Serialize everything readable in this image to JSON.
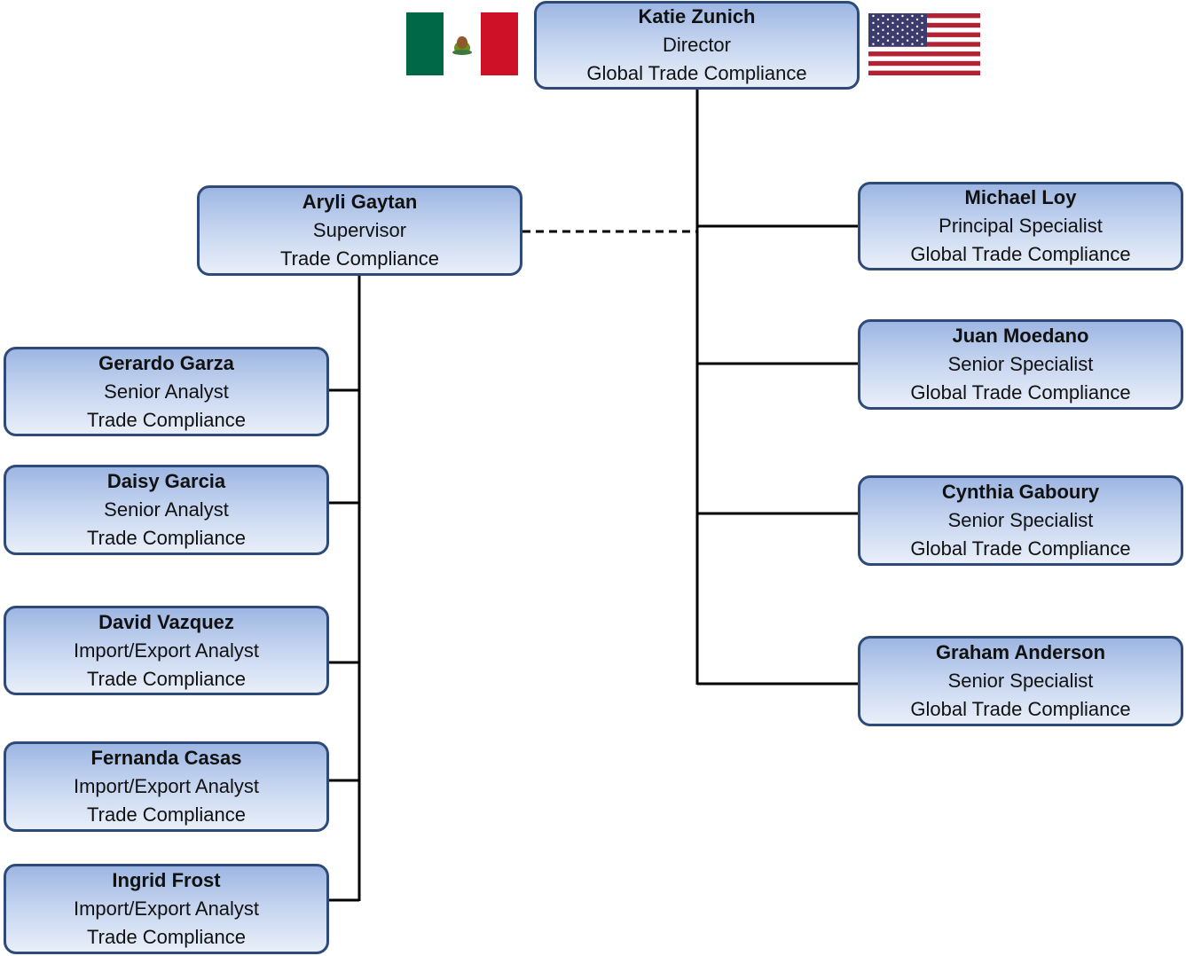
{
  "org_chart": {
    "director": {
      "name": "Katie Zunich",
      "title": "Director",
      "department": "Global Trade Compliance"
    },
    "supervisor": {
      "name": "Aryli Gaytan",
      "title": "Supervisor",
      "department": "Trade Compliance"
    },
    "left_reports": [
      {
        "name": "Gerardo Garza",
        "title": "Senior Analyst",
        "department": "Trade Compliance"
      },
      {
        "name": "Daisy Garcia",
        "title": "Senior Analyst",
        "department": "Trade Compliance"
      },
      {
        "name": "David Vazquez",
        "title": "Import/Export Analyst",
        "department": "Trade Compliance"
      },
      {
        "name": "Fernanda Casas",
        "title": "Import/Export Analyst",
        "department": "Trade Compliance"
      },
      {
        "name": "Ingrid Frost",
        "title": "Import/Export Analyst",
        "department": "Trade Compliance"
      }
    ],
    "right_reports": [
      {
        "name": "Michael Loy",
        "title": "Principal Specialist",
        "department": "Global Trade Compliance"
      },
      {
        "name": "Juan Moedano",
        "title": "Senior Specialist",
        "department": "Global Trade Compliance"
      },
      {
        "name": "Cynthia Gaboury",
        "title": "Senior Specialist",
        "department": "Global Trade Compliance"
      },
      {
        "name": "Graham Anderson",
        "title": "Senior Specialist",
        "department": "Global Trade Compliance"
      }
    ]
  },
  "flags": {
    "left": "mexico-flag",
    "right": "usa-flag"
  },
  "colors": {
    "box_border": "#2d4a78",
    "box_top": "#9db6e2",
    "box_bottom": "#e9eff9",
    "connector": "#000000"
  }
}
